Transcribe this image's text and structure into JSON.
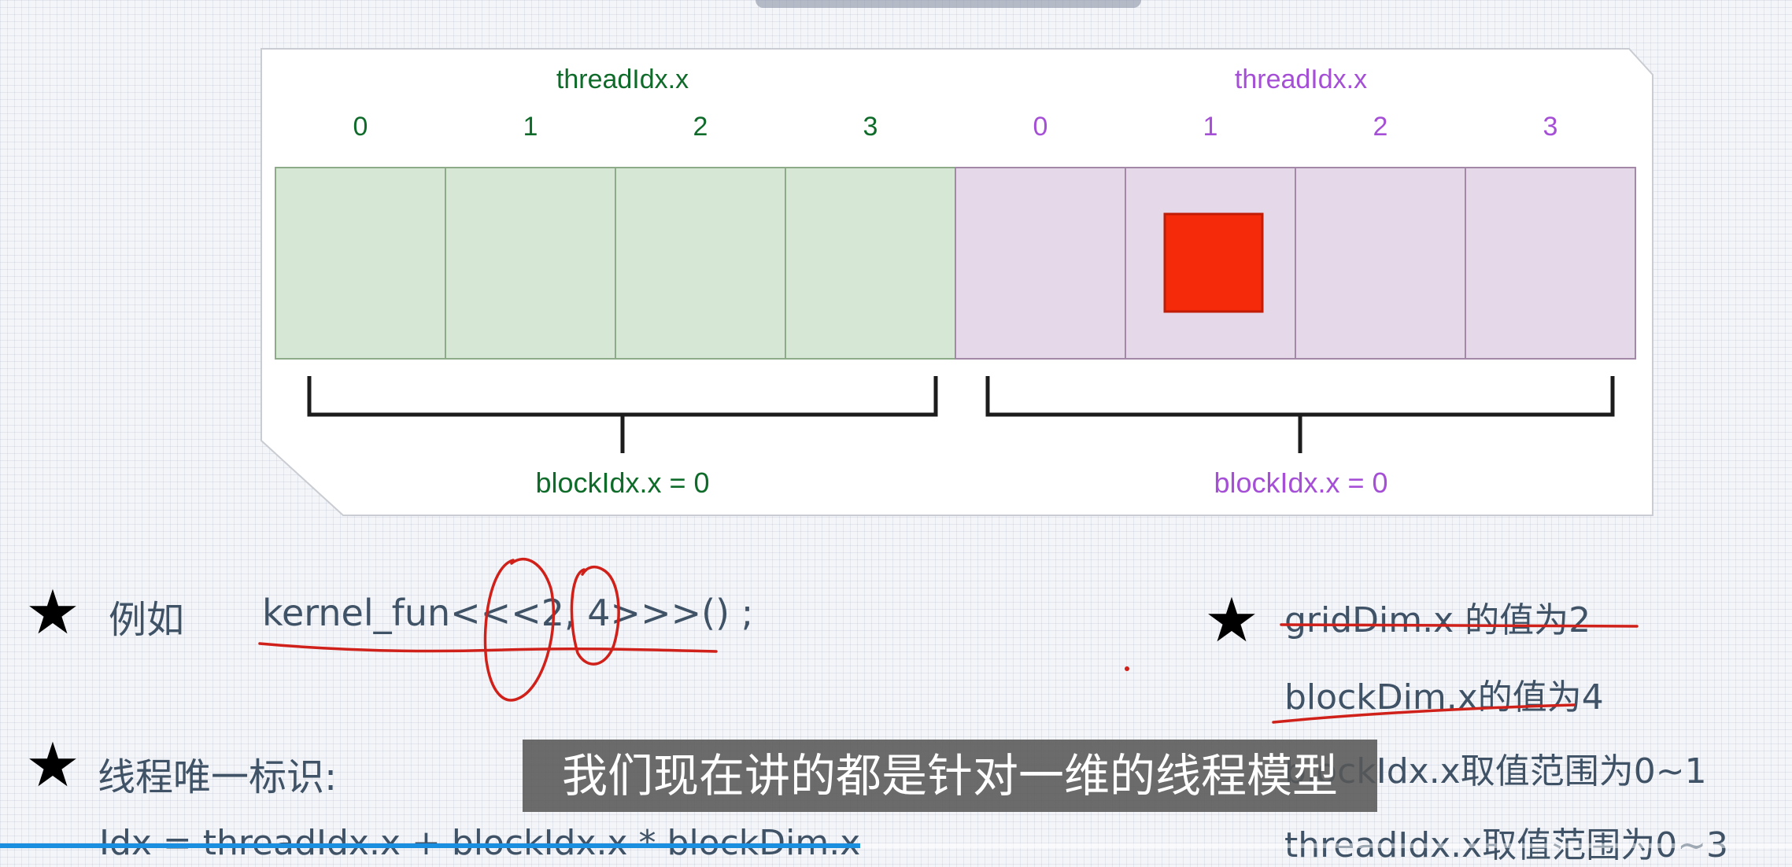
{
  "diagram": {
    "block0": {
      "label": "threadIdx.x",
      "thread_indices": [
        "0",
        "1",
        "2",
        "3"
      ],
      "block_label": "blockIdx.x = 0",
      "color": "#0f6b2a",
      "fill": "#d6e8d5"
    },
    "block1": {
      "label": "threadIdx.x",
      "thread_indices": [
        "0",
        "1",
        "2",
        "3"
      ],
      "block_label": "blockIdx.x = 0",
      "color": "#a54fd6",
      "fill": "#e5d8e8"
    },
    "highlight_color": "#f52a0a"
  },
  "notes": {
    "example_label": "例如",
    "kernel_call": "kernel_fun<<<2, 4>>>() ;",
    "griddim": "gridDim.x 的值为2",
    "blockdim": "blockDim.x的值为4",
    "blockidx_range": "blockIdx.x取值范围为0~1",
    "threadidx_range": "threadIdx.x取值范围为0~3",
    "unique_id_label": "线程唯一标识:",
    "formula": "Idx = threadIdx.x + blockIdx.x * blockDim.x"
  },
  "subtitle": "我们现在讲的都是针对一维的线程模型",
  "player": {
    "progress_fraction": 0.48,
    "accent": "#1a8fe0"
  }
}
